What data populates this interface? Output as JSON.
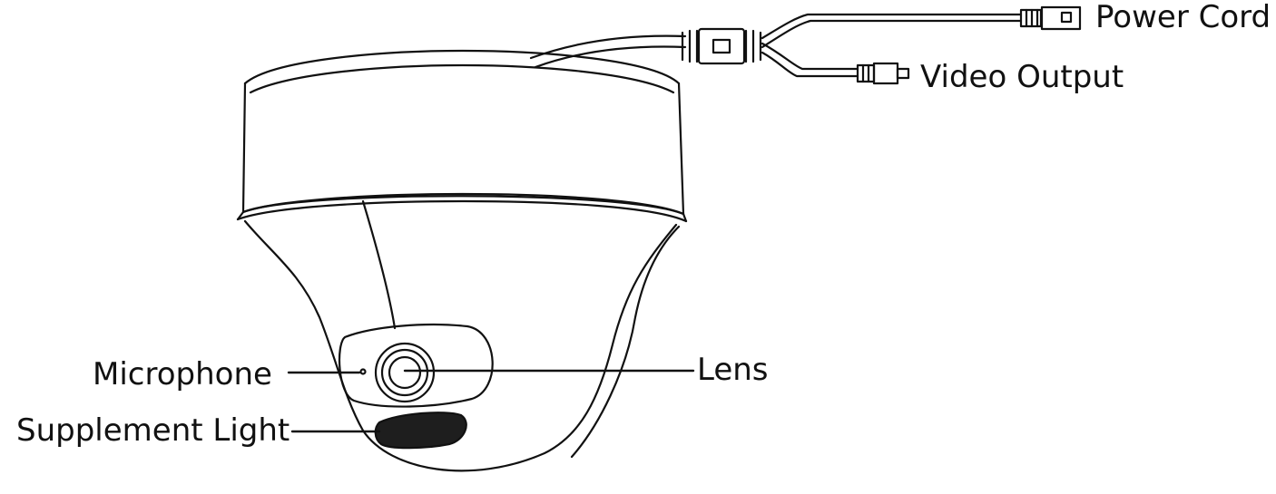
{
  "labels": {
    "power_cord": "Power Cord",
    "video_output": "Video Output",
    "lens": "Lens",
    "microphone": "Microphone",
    "supplement_light": "Supplement Light"
  },
  "colors": {
    "line": "#111111",
    "background": "#ffffff",
    "light_window": "#1e1e1e"
  }
}
